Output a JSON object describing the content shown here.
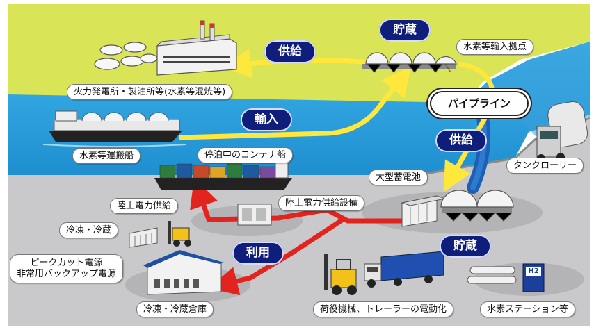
{
  "colors": {
    "land_top": "#d9e457",
    "sea": "#2aa1dd",
    "quay": "#c9c9cb",
    "arrow_yellow": "#ffe73c",
    "arrow_red": "#e3241e",
    "pill_navy": "#0f1e7a",
    "hydrogen_blue": "#1c3f99"
  },
  "icons": [
    "power-plant-icon",
    "storage-tank-icon",
    "lng-ship-icon",
    "container-ship-icon",
    "tank-lorry-icon",
    "battery-icon",
    "shore-power-unit-icon",
    "forklift-icon",
    "truck-trailer-icon",
    "warehouse-icon",
    "reefer-unit-icon",
    "h2-station-icon",
    "pipeline-icon"
  ],
  "labels": {
    "power_plant": "火力発電所・製油所等(水素等混焼等)",
    "import_base": "水素等輸入拠点",
    "carrier_ship": "水素等運搬船",
    "container_ship": "停泊中のコンテナ船",
    "battery": "大型蓄電池",
    "tank_lorry": "タンクローリー",
    "shore_power_supply": "陸上電力供給",
    "shore_power_equipment": "陸上電力供給設備",
    "refrigeration": "冷凍・冷蔵",
    "peak_cut_line1": "ピークカット電源",
    "peak_cut_line2": "非常用バックアップ電源",
    "cold_warehouse": "冷凍・冷蔵倉庫",
    "cargo_electrification": "荷役機械、トレーラーの電動化",
    "h2_station": "水素ステーション等"
  },
  "pills": {
    "supply_top": "供給",
    "storage_top": "貯蔵",
    "import": "輸入",
    "supply_mid": "供給",
    "usage": "利用",
    "storage_bottom": "貯蔵"
  },
  "pipeline": "パイプライン",
  "h2_mark": "H2"
}
